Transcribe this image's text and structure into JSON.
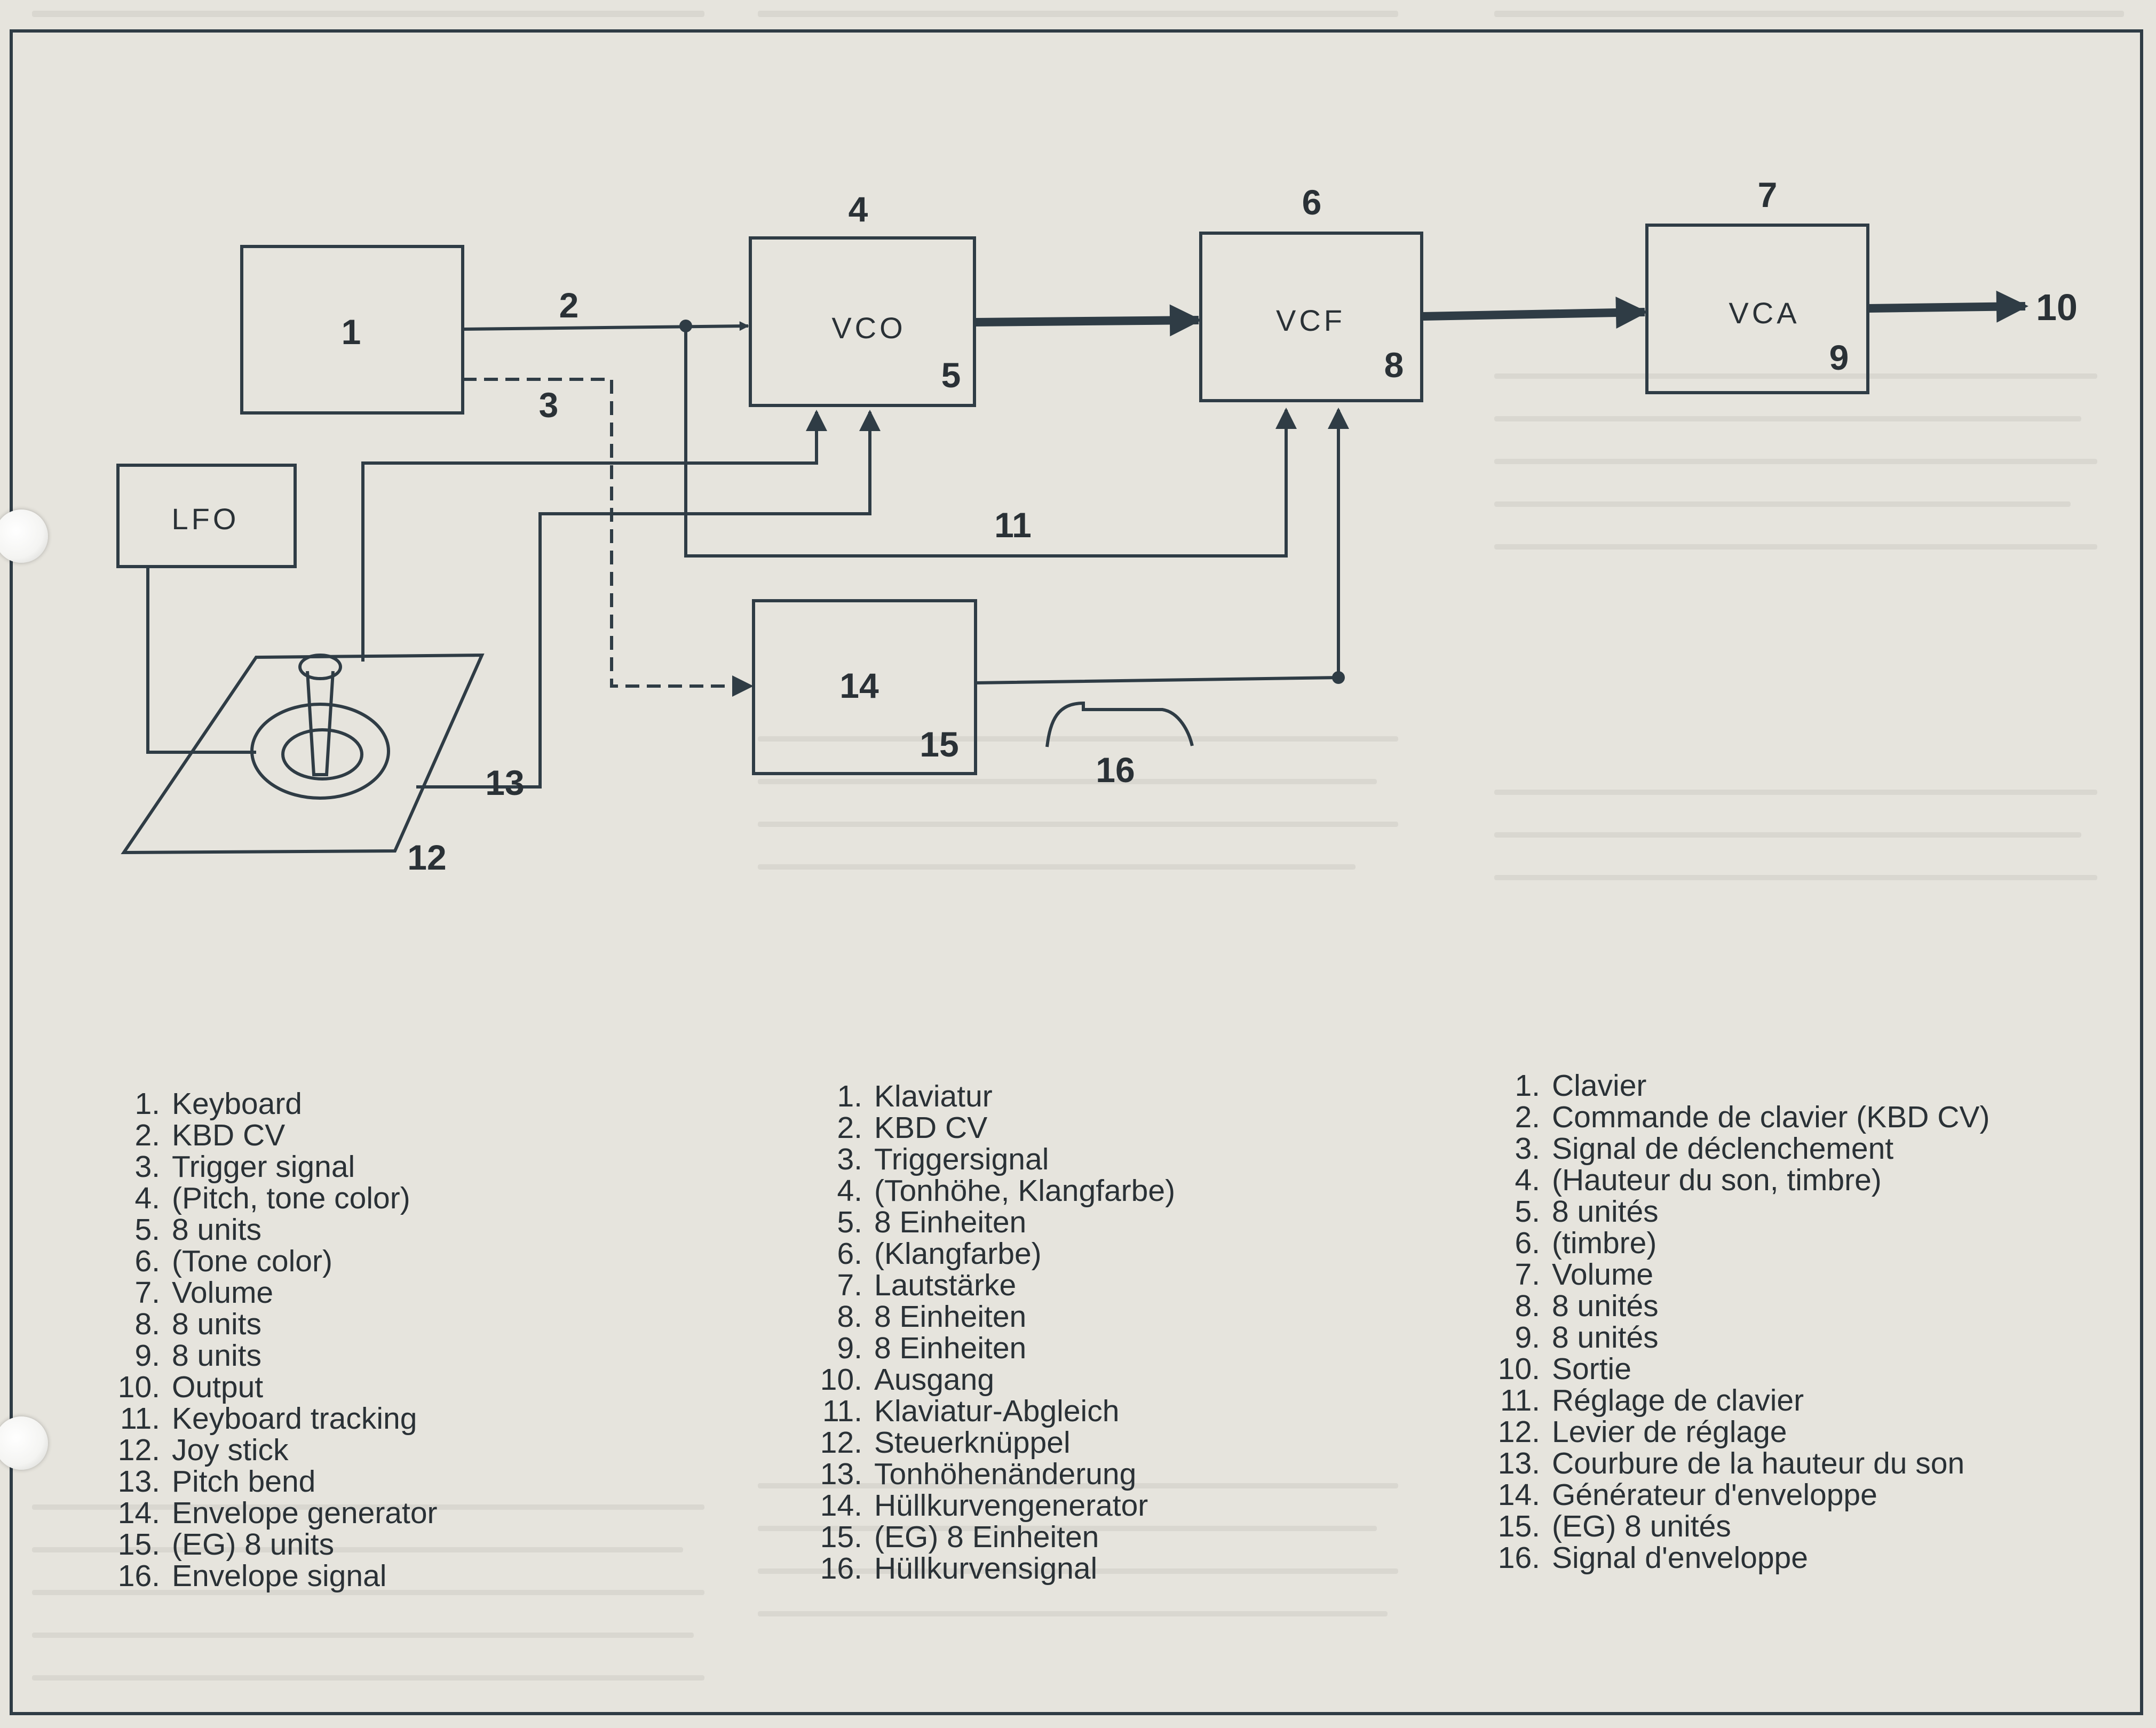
{
  "colors": {
    "line": "#2f3c45",
    "paper": "#e6e4dd",
    "text": "#2a3136"
  },
  "diagram": {
    "blocks": {
      "keyboard": {
        "number": "1"
      },
      "vco": {
        "label": "VCO",
        "number": "5"
      },
      "vcf": {
        "label": "VCF",
        "number": "8"
      },
      "vca": {
        "label": "VCA",
        "number": "9"
      },
      "lfo": {
        "label": "LFO"
      },
      "eg": {
        "number_top": "14",
        "number_bottom": "15"
      }
    },
    "callouts": {
      "kbd_cv": "2",
      "trigger": "3",
      "vco_cv": "4",
      "vcf_cv": "6",
      "vca_cv": "7",
      "output": "10",
      "keyboard_tracking": "11",
      "joystick": "12",
      "pitch_bend": "13",
      "envelope_signal": "16"
    }
  },
  "legend_en": [
    {
      "n": "1.",
      "text": "Keyboard"
    },
    {
      "n": "2.",
      "text": "KBD CV"
    },
    {
      "n": "3.",
      "text": "Trigger signal"
    },
    {
      "n": "4.",
      "text": "(Pitch, tone color)"
    },
    {
      "n": "5.",
      "text": "8 units"
    },
    {
      "n": "6.",
      "text": "(Tone color)"
    },
    {
      "n": "7.",
      "text": "Volume"
    },
    {
      "n": "8.",
      "text": "8 units"
    },
    {
      "n": "9.",
      "text": "8 units"
    },
    {
      "n": "10.",
      "text": "Output"
    },
    {
      "n": "11.",
      "text": "Keyboard tracking"
    },
    {
      "n": "12.",
      "text": "Joy stick"
    },
    {
      "n": "13.",
      "text": "Pitch bend"
    },
    {
      "n": "14.",
      "text": "Envelope generator"
    },
    {
      "n": "15.",
      "text": "(EG) 8 units"
    },
    {
      "n": "16.",
      "text": "Envelope signal"
    }
  ],
  "legend_de": [
    {
      "n": "1.",
      "text": "Klaviatur"
    },
    {
      "n": "2.",
      "text": "KBD CV"
    },
    {
      "n": "3.",
      "text": "Triggersignal"
    },
    {
      "n": "4.",
      "text": "(Tonhöhe, Klangfarbe)"
    },
    {
      "n": "5.",
      "text": "8 Einheiten"
    },
    {
      "n": "6.",
      "text": "(Klangfarbe)"
    },
    {
      "n": "7.",
      "text": "Lautstärke"
    },
    {
      "n": "8.",
      "text": "8 Einheiten"
    },
    {
      "n": "9.",
      "text": "8 Einheiten"
    },
    {
      "n": "10.",
      "text": "Ausgang"
    },
    {
      "n": "11.",
      "text": "Klaviatur-Abgleich"
    },
    {
      "n": "12.",
      "text": "Steuerknüppel"
    },
    {
      "n": "13.",
      "text": "Tonhöhenänderung"
    },
    {
      "n": "14.",
      "text": "Hüllkurvengenerator"
    },
    {
      "n": "15.",
      "text": "(EG) 8 Einheiten"
    },
    {
      "n": "16.",
      "text": "Hüllkurvensignal"
    }
  ],
  "legend_fr": [
    {
      "n": "1.",
      "text": "Clavier"
    },
    {
      "n": "2.",
      "text": "Commande de clavier (KBD CV)"
    },
    {
      "n": "3.",
      "text": "Signal de déclenchement"
    },
    {
      "n": "4.",
      "text": "(Hauteur du son, timbre)"
    },
    {
      "n": "5.",
      "text": "8 unités"
    },
    {
      "n": "6.",
      "text": "(timbre)"
    },
    {
      "n": "7.",
      "text": "Volume"
    },
    {
      "n": "8.",
      "text": "8 unités"
    },
    {
      "n": "9.",
      "text": "8 unités"
    },
    {
      "n": "10.",
      "text": "Sortie"
    },
    {
      "n": "11.",
      "text": "Réglage de clavier"
    },
    {
      "n": "12.",
      "text": "Levier de réglage"
    },
    {
      "n": "13.",
      "text": "Courbure de la hauteur du son"
    },
    {
      "n": "14.",
      "text": "Générateur d'enveloppe"
    },
    {
      "n": "15.",
      "text": "(EG) 8 unités"
    },
    {
      "n": "16.",
      "text": "Signal d'enveloppe"
    }
  ]
}
